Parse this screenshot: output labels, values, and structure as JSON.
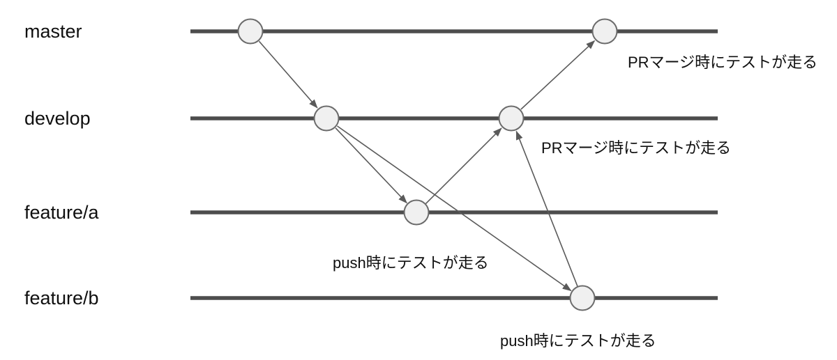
{
  "diagram": {
    "title": "git branch CI flow diagram",
    "branches": [
      {
        "name": "master"
      },
      {
        "name": "develop"
      },
      {
        "name": "feature/a"
      },
      {
        "name": "feature/b"
      }
    ],
    "nodes": [
      {
        "id": "master-start",
        "branch": "master"
      },
      {
        "id": "master-merge",
        "branch": "master"
      },
      {
        "id": "develop-branch",
        "branch": "develop"
      },
      {
        "id": "develop-merge",
        "branch": "develop"
      },
      {
        "id": "feature-a-commit",
        "branch": "feature/a"
      },
      {
        "id": "feature-b-commit",
        "branch": "feature/b"
      }
    ],
    "edges": [
      {
        "from": "master-start",
        "to": "develop-branch"
      },
      {
        "from": "develop-branch",
        "to": "feature-a-commit"
      },
      {
        "from": "develop-branch",
        "to": "feature-b-commit"
      },
      {
        "from": "feature-a-commit",
        "to": "develop-merge"
      },
      {
        "from": "feature-b-commit",
        "to": "develop-merge"
      },
      {
        "from": "develop-merge",
        "to": "master-merge"
      }
    ],
    "annotations": [
      {
        "id": "pr-merge-master",
        "text": "PRマージ時にテストが走る"
      },
      {
        "id": "pr-merge-develop",
        "text": "PRマージ時にテストが走る"
      },
      {
        "id": "push-feature-a",
        "text": "push時にテストが走る"
      },
      {
        "id": "push-feature-b",
        "text": "push時にテストが走る"
      }
    ],
    "colors": {
      "branch_line": "#4d4d4d",
      "arrow": "#5a5a5a",
      "node_fill": "#f0f0f0",
      "node_stroke": "#6b6b6b",
      "label_text": "#0f0f0f"
    }
  }
}
